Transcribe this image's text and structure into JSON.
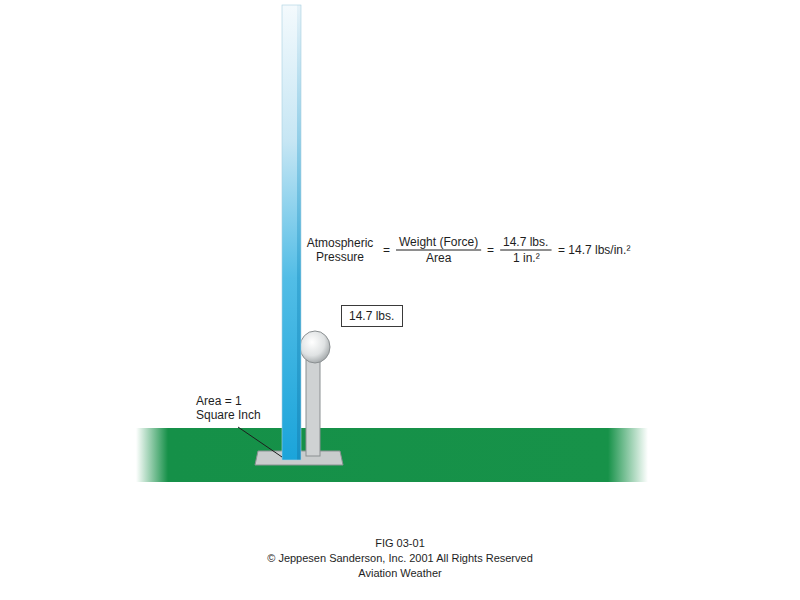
{
  "diagram": {
    "caption": "FIG 03-01",
    "nodes": [
      {
        "text": [
          "14.7 lbs."
        ]
      }
    ],
    "labels": [
      "Atmospheric Pressure",
      "=",
      "Weight (Force)",
      "Area",
      "=",
      "14.7 lbs.",
      "1 in.²",
      "= 14.7 lbs/in.²",
      "Area = 1 Square Inch",
      "© Jeppesen Sanderson, Inc. 2001 All Rights Reserved",
      "Aviation Weather"
    ]
  }
}
